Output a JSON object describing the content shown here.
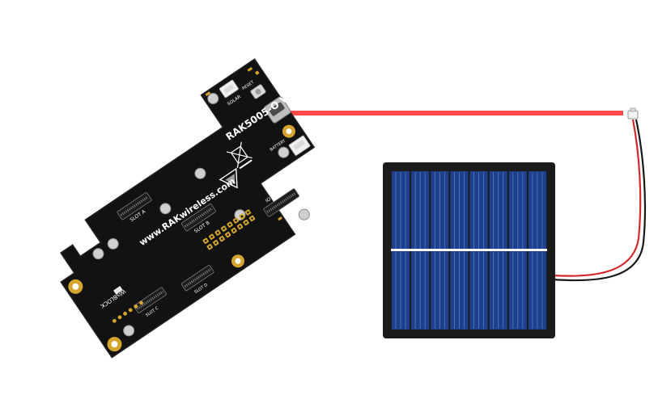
{
  "board": {
    "model_label": "RAK5005-O V1.0",
    "website_label": "www.RAKwireless.com",
    "brand_label": "WisBLOCK",
    "solar_label": "SOLAR",
    "reset_label": "RESET",
    "battery_label": "BATTERY",
    "slot_a_label": "SLOT A",
    "slot_b_label": "SLOT B",
    "slot_c_label": "SLOT C",
    "slot_d_label": "SLOT D",
    "io_slot_label": "IO SLOT",
    "pcb_color": "#121212",
    "pad_color": "#d6a52e"
  },
  "solar_panel": {
    "frame_color": "#1b1b1b",
    "cell_color": "#1e3f8c",
    "cell_line_color": "#6a8fd6",
    "columns": 8,
    "rows": 2
  },
  "cable": {
    "red_wire_color": "#d42a2a",
    "black_wire_color": "#1a1a1a"
  },
  "arrow": {
    "color": "#ff4b4b"
  }
}
